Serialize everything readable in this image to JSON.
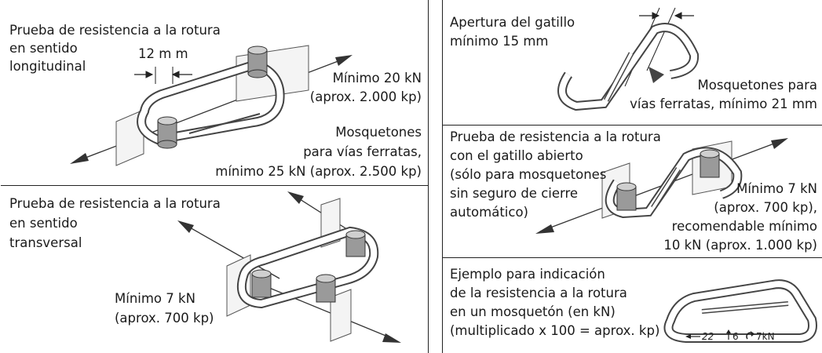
{
  "panels": {
    "longitudinal": {
      "title": [
        "Prueba de resistencia a la rotura",
        "en sentido",
        "longitudinal"
      ],
      "gap_label": "12 m m",
      "min_kn": "Mínimo 20 kN",
      "min_kp": "(aprox. 2.000 kp)",
      "ferrata_lines": [
        "Mosquetones",
        "para vías ferratas,",
        "mínimo 25 kN (aprox. 2.500 kp)"
      ]
    },
    "transversal": {
      "title": [
        "Prueba de resistencia a la rotura",
        "en sentido",
        "transversal"
      ],
      "min_kn": "Mínimo 7 kN",
      "min_kp": "(aprox. 700 kp)"
    },
    "gate_opening": {
      "title": [
        "Apertura del gatillo",
        "mínimo 15 mm"
      ],
      "ferrata_lines": [
        "Mosquetones para",
        "vías ferratas, mínimo 21 mm"
      ]
    },
    "open_gate": {
      "title": [
        "Prueba de resistencia a la rotura",
        "con el gatillo abierto",
        "(sólo para mosquetones",
        "sin seguro de cierre",
        "automático)"
      ],
      "min_lines": [
        "Mínimo 7 kN",
        "(aprox. 700 kp),",
        "recomendable mínimo",
        "10 kN (aprox. 1.000 kp)"
      ]
    },
    "marking": {
      "title": [
        "Ejemplo para indicación",
        "de la resistencia a la rotura",
        "en un mosquetón (en kN)",
        "(multiplicado x 100 = aprox. kp)"
      ],
      "marks": [
        "22",
        "6",
        "7kN"
      ]
    }
  }
}
